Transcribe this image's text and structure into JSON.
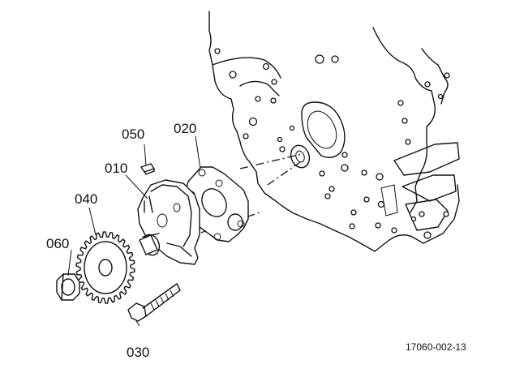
{
  "parts": {
    "p010": "010",
    "p020": "020",
    "p030": "030",
    "p040": "040",
    "p050": "050",
    "p060": "060"
  },
  "figure_code": "17060-002-13"
}
